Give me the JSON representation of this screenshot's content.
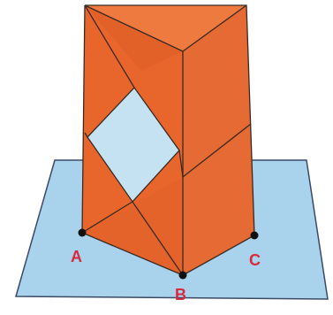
{
  "diagram": {
    "vertex_labels": {
      "a": "A",
      "b": "B",
      "c": "C"
    },
    "colors": {
      "plane_fill": "#a9d2ec",
      "plane_stroke": "#3a4a66",
      "front_face": "#e8662c",
      "right_face": "#e56a33",
      "top_face": "#ef7a3f",
      "shading": "#d85a25",
      "edge": "#3a2a22",
      "window": "#c5e2f3",
      "label": "#d82a3c",
      "point": "#111111"
    }
  }
}
